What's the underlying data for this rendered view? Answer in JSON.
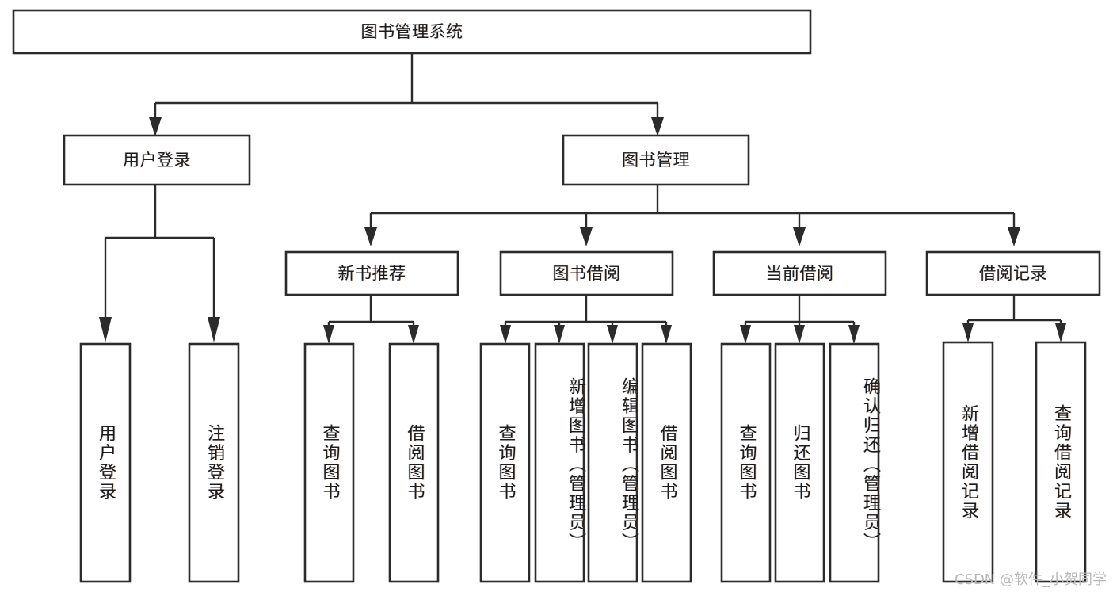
{
  "diagram": {
    "type": "tree-hierarchy-chart",
    "title_text": "图书管理系统",
    "background_color": "#ffffff",
    "line_color": "#2b2b2b",
    "box_fill": "#ffffff",
    "root": {
      "id": "root",
      "label": "图书管理系统",
      "orientation": "horizontal"
    },
    "level2": [
      {
        "id": "user-login",
        "label": "用户登录",
        "orientation": "horizontal"
      },
      {
        "id": "book-management",
        "label": "图书管理",
        "orientation": "horizontal"
      }
    ],
    "level3": [
      {
        "id": "new-book-recommend",
        "label": "新书推荐",
        "orientation": "horizontal",
        "parent": "book-management"
      },
      {
        "id": "book-borrow",
        "label": "图书借阅",
        "orientation": "horizontal",
        "parent": "book-management"
      },
      {
        "id": "current-borrow",
        "label": "当前借阅",
        "orientation": "horizontal",
        "parent": "book-management"
      },
      {
        "id": "borrow-record",
        "label": "借阅记录",
        "orientation": "horizontal",
        "parent": "book-management"
      }
    ],
    "leaves": [
      {
        "id": "leaf-user-login",
        "label": "用户登录",
        "parent": "user-login",
        "orientation": "vertical",
        "align": "center"
      },
      {
        "id": "leaf-logout",
        "label": "注销登录",
        "parent": "user-login",
        "orientation": "vertical",
        "align": "center"
      },
      {
        "id": "leaf-query-book-1",
        "label": "查询图书",
        "parent": "new-book-recommend",
        "orientation": "vertical",
        "align": "center"
      },
      {
        "id": "leaf-borrow-book-1",
        "label": "借阅图书",
        "parent": "new-book-recommend",
        "orientation": "vertical",
        "align": "center"
      },
      {
        "id": "leaf-query-book-2",
        "label": "查询图书",
        "parent": "book-borrow",
        "orientation": "vertical",
        "align": "center"
      },
      {
        "id": "leaf-add-book",
        "label": "新增图书（管理员）",
        "parent": "book-borrow",
        "orientation": "vertical",
        "align": "top"
      },
      {
        "id": "leaf-edit-book",
        "label": "编辑图书（管理员）",
        "parent": "book-borrow",
        "orientation": "vertical",
        "align": "top"
      },
      {
        "id": "leaf-borrow-book-2",
        "label": "借阅图书",
        "parent": "book-borrow",
        "orientation": "vertical",
        "align": "center"
      },
      {
        "id": "leaf-query-book-3",
        "label": "查询图书",
        "parent": "current-borrow",
        "orientation": "vertical",
        "align": "center"
      },
      {
        "id": "leaf-return-book",
        "label": "归还图书",
        "parent": "current-borrow",
        "orientation": "vertical",
        "align": "center"
      },
      {
        "id": "leaf-confirm-return",
        "label": "确认归还（管理员）",
        "parent": "current-borrow",
        "orientation": "vertical",
        "align": "top"
      },
      {
        "id": "leaf-add-record",
        "label": "新增借阅记录",
        "parent": "borrow-record",
        "orientation": "vertical",
        "align": "center"
      },
      {
        "id": "leaf-query-record",
        "label": "查询借阅记录",
        "parent": "borrow-record",
        "orientation": "vertical",
        "align": "center"
      }
    ]
  },
  "watermark": {
    "text": "CSDN @软件_小贺同学",
    "color": "#b9b9b9"
  }
}
